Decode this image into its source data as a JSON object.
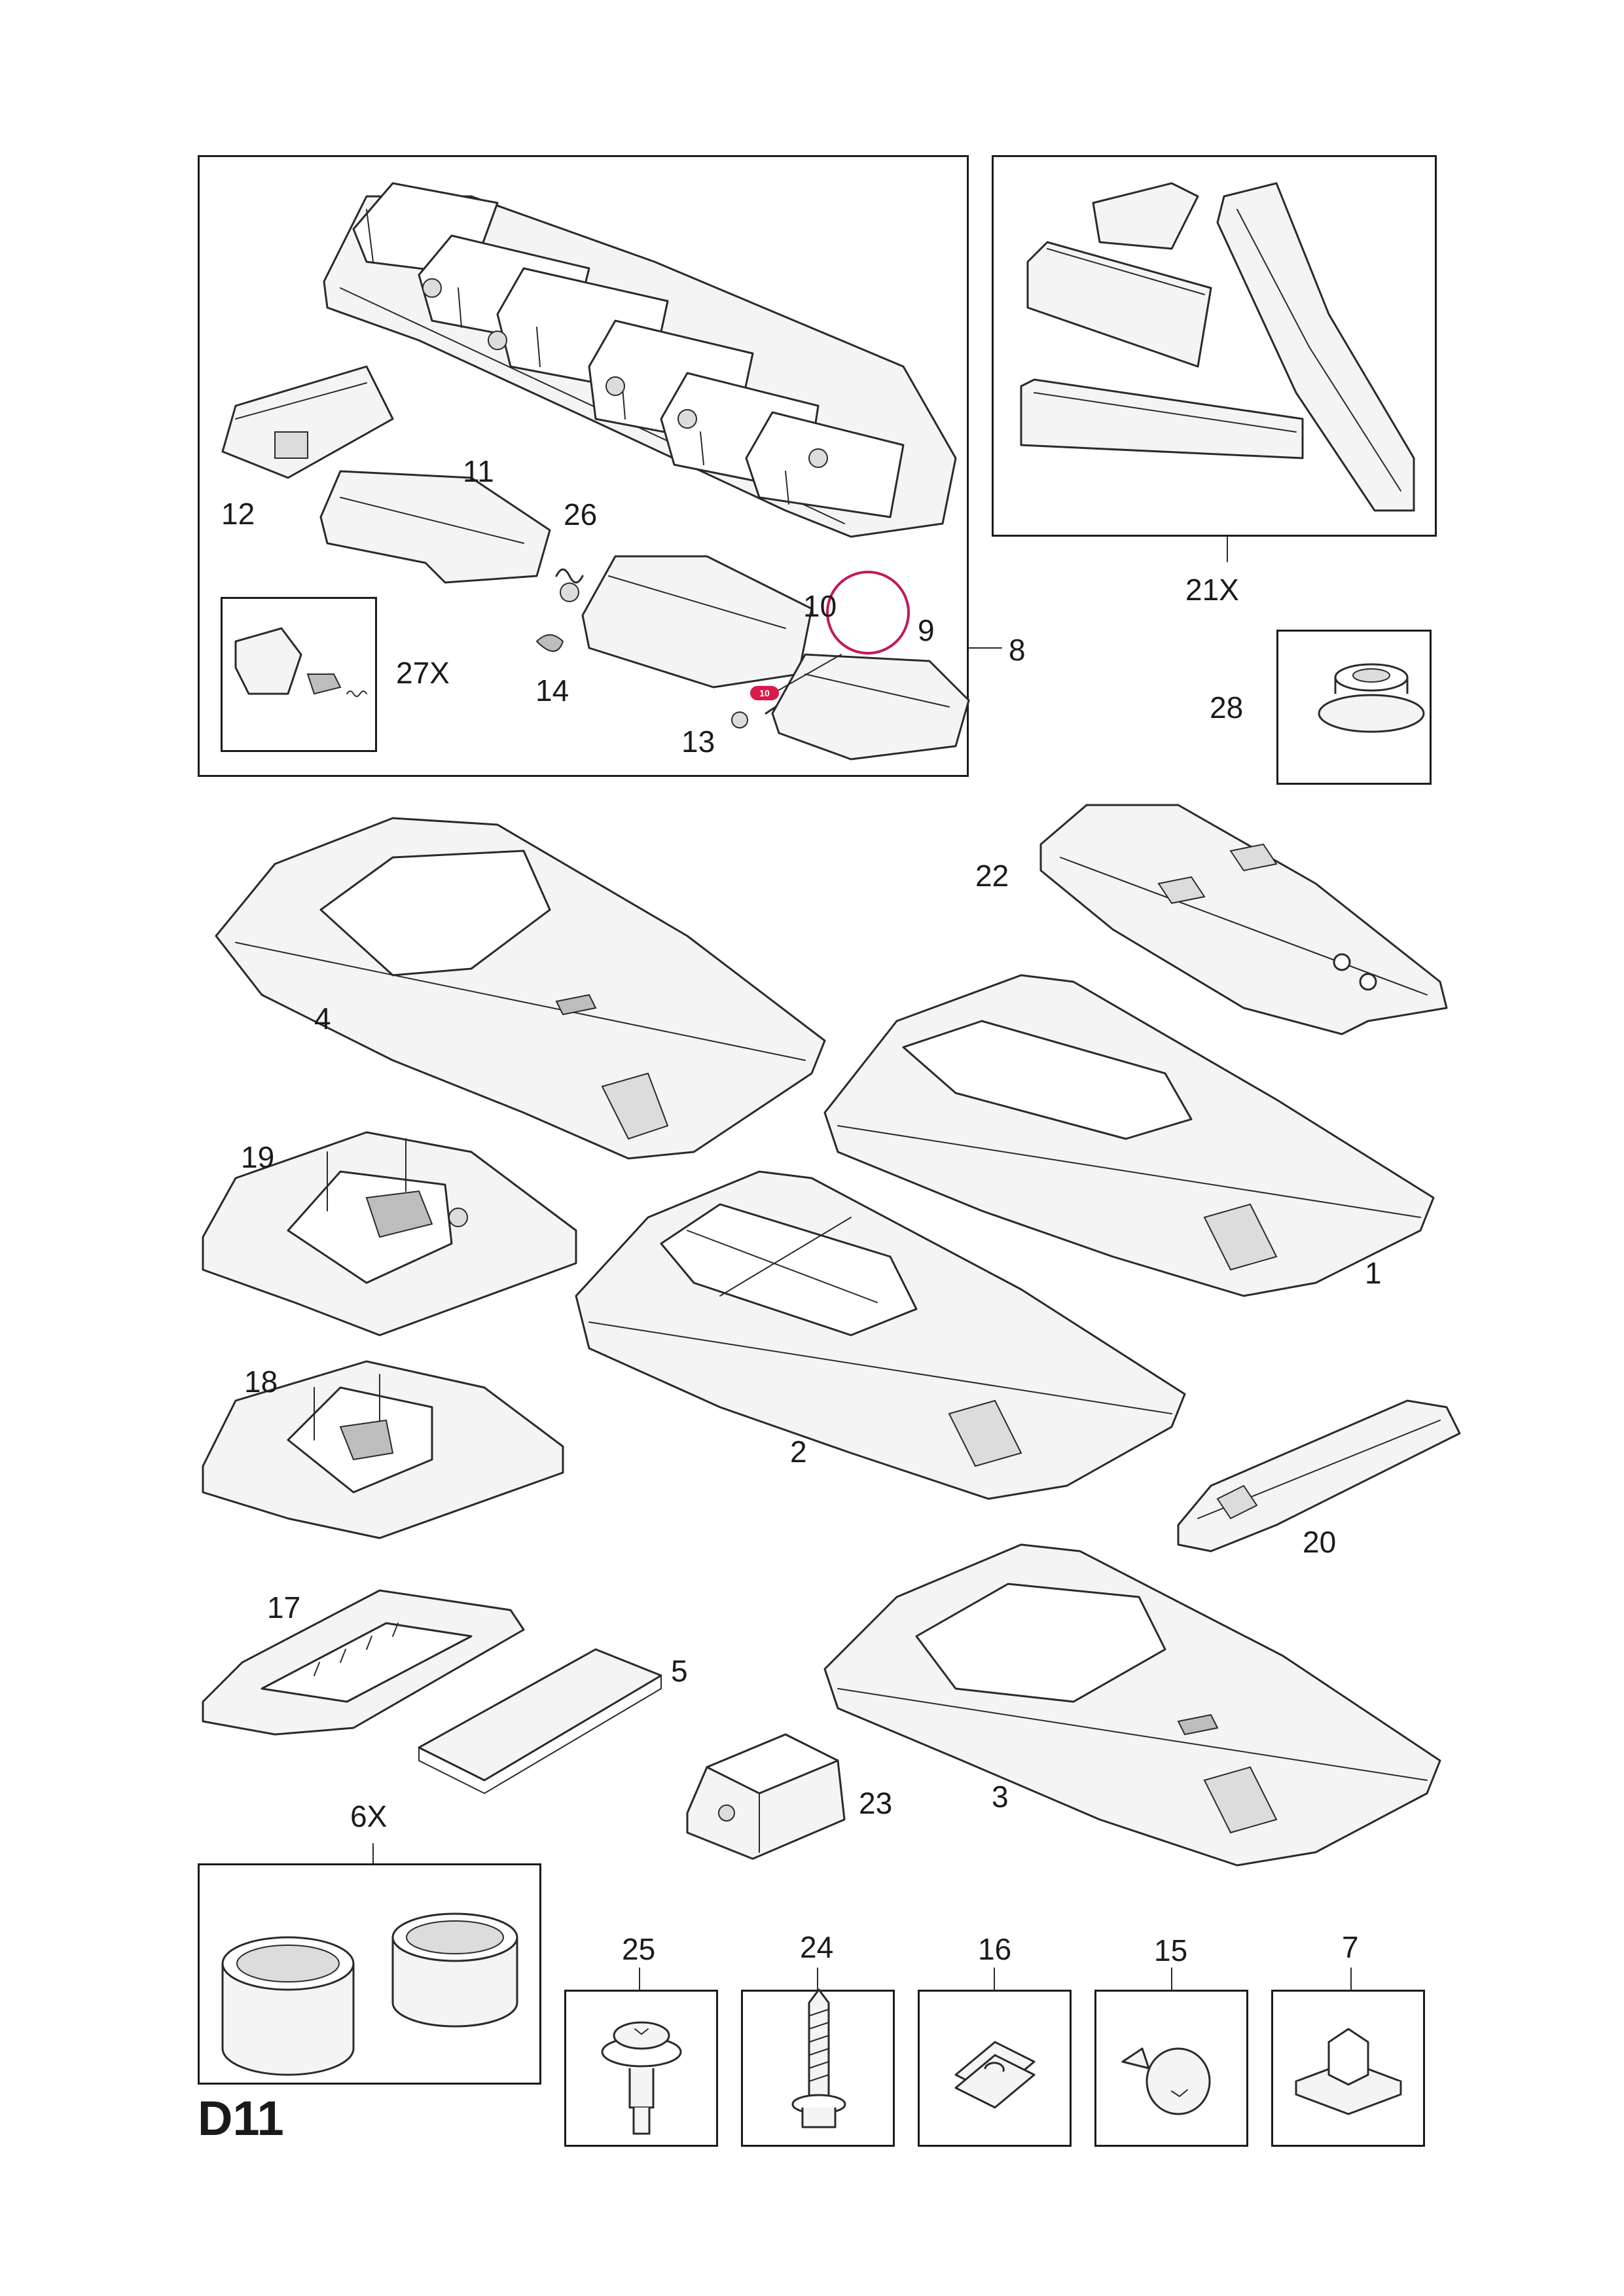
{
  "labels": {
    "p1": "1",
    "p2": "2",
    "p3": "3",
    "p4": "4",
    "p5": "5",
    "p6": "6X",
    "p7": "7",
    "p8": "8",
    "p9": "9",
    "p10": "10",
    "p11": "11",
    "p12": "12",
    "p13": "13",
    "p14": "14",
    "p15": "15",
    "p16": "16",
    "p17": "17",
    "p18": "18",
    "p19": "19",
    "p20": "20",
    "p21": "21X",
    "p22": "22",
    "p23": "23",
    "p24": "24",
    "p25": "25",
    "p26": "26",
    "p27": "27X",
    "p28": "28"
  },
  "marker": {
    "text": "10",
    "color": "#d81b4a",
    "ring_color": "#c2185b"
  },
  "page_code": "D11"
}
